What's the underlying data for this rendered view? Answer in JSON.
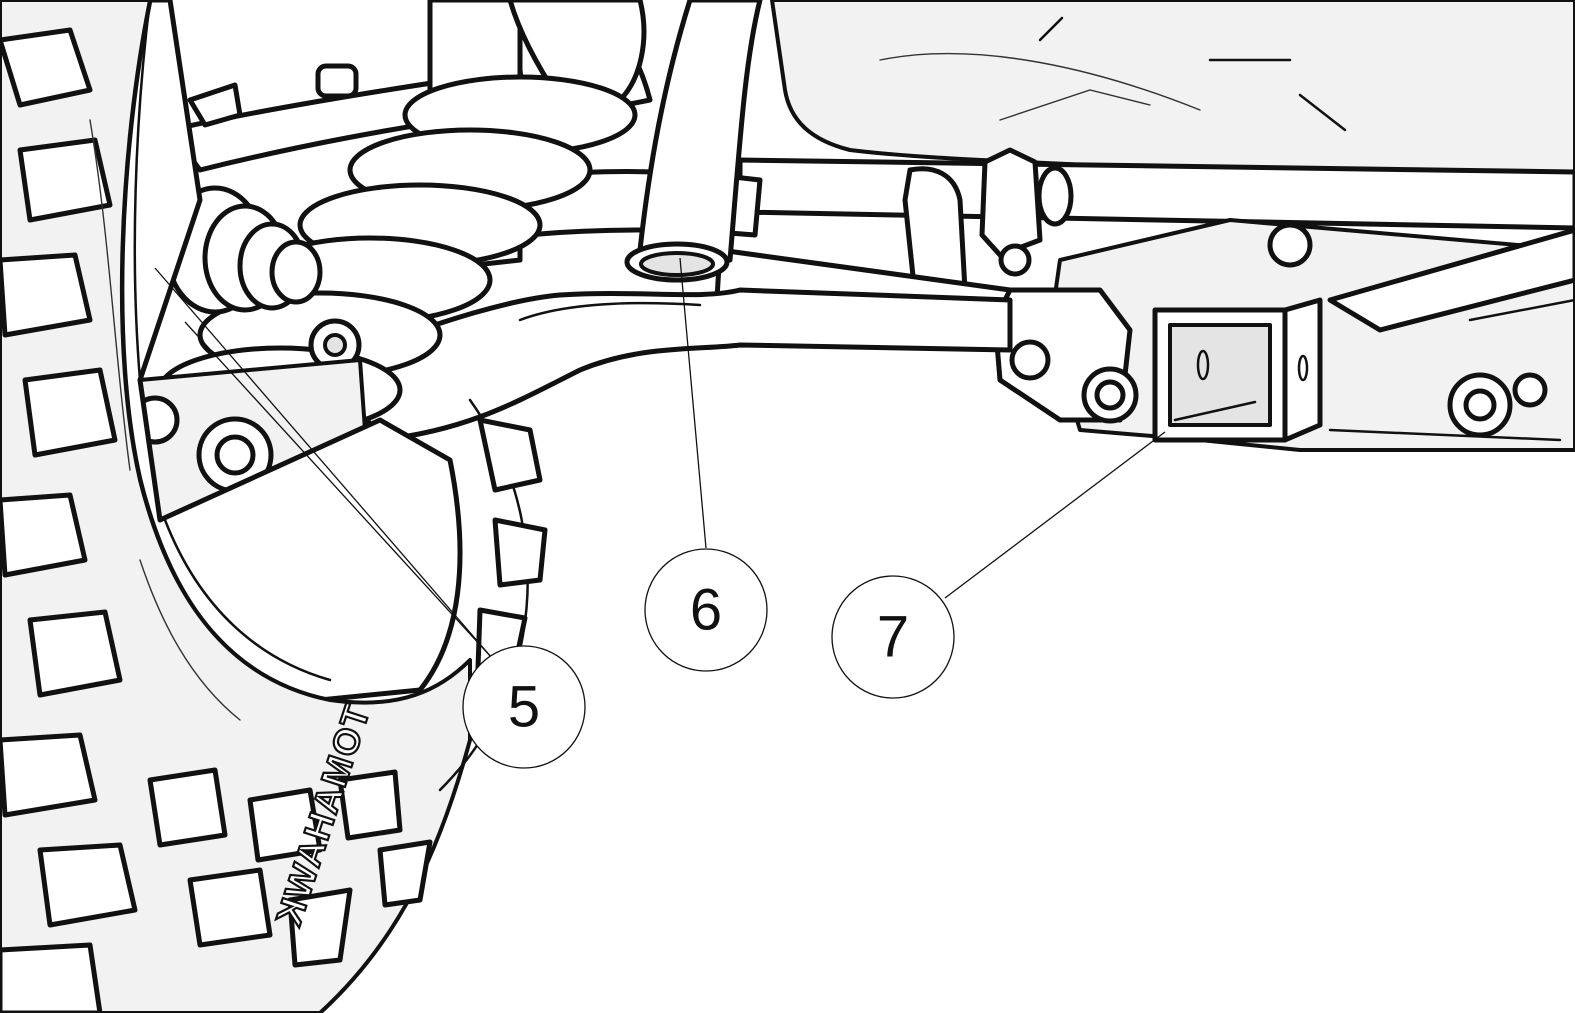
{
  "diagram": {
    "tire_sidewall_text": "TOMAHAWK",
    "callouts": [
      {
        "id": "5",
        "label": "5",
        "points_to": "suspension-mount"
      },
      {
        "id": "6",
        "label": "6",
        "points_to": "exhaust-pipe-outlet"
      },
      {
        "id": "7",
        "label": "7",
        "points_to": "trailer-hitch-receiver"
      }
    ]
  }
}
